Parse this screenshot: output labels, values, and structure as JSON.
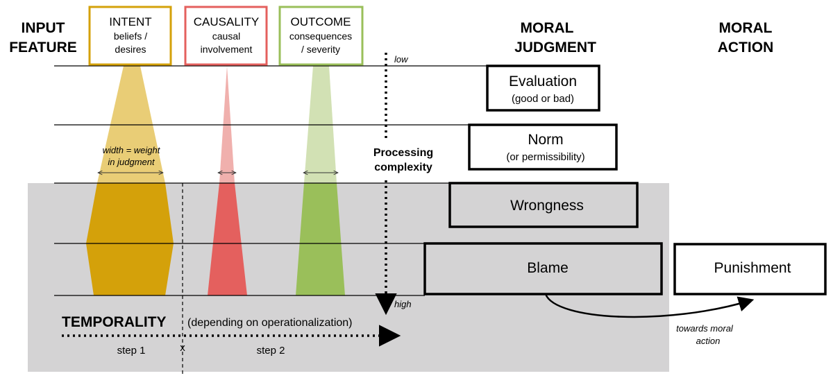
{
  "headers": {
    "input_feature_l1": "INPUT",
    "input_feature_l2": "FEATURE",
    "moral_judgment_l1": "MORAL",
    "moral_judgment_l2": "JUDGMENT",
    "moral_action_l1": "MORAL",
    "moral_action_l2": "ACTION"
  },
  "features": [
    {
      "title": "INTENT",
      "sub1": "beliefs /",
      "sub2": "desires",
      "color": "#d4a10a"
    },
    {
      "title": "CAUSALITY",
      "sub1": "causal",
      "sub2": "involvement",
      "color": "#e4605e"
    },
    {
      "title": "OUTCOME",
      "sub1": "consequences",
      "sub2": "/ severity",
      "color": "#9abf5a"
    }
  ],
  "width_note_l1": "width = weight",
  "width_note_l2": "in judgment",
  "processing": {
    "low": "low",
    "high": "high",
    "label_l1": "Processing",
    "label_l2": "complexity"
  },
  "judgments": [
    {
      "title": "Evaluation",
      "sub": "(good or bad)"
    },
    {
      "title": "Norm",
      "sub": "(or permissibility)"
    },
    {
      "title": "Wrongness",
      "sub": ""
    },
    {
      "title": "Blame",
      "sub": ""
    }
  ],
  "action": {
    "label": "Punishment",
    "note_l1": "towards moral",
    "note_l2": "action"
  },
  "temporality": {
    "title": "TEMPORALITY",
    "sub": "(depending on operationalization)",
    "step1": "step 1",
    "step2": "step 2",
    "marker": "x"
  }
}
